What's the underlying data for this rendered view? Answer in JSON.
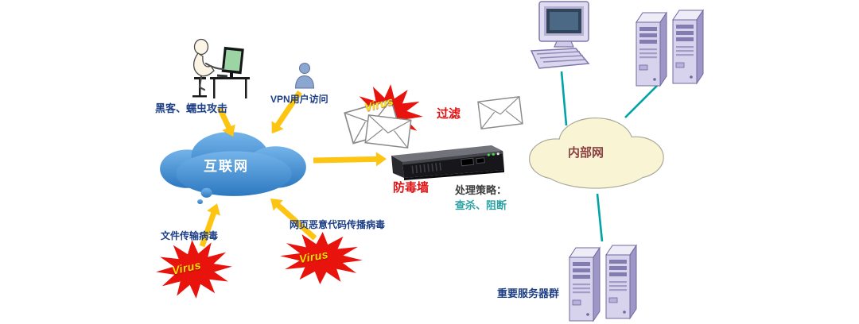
{
  "colors": {
    "background": "#ffffff",
    "internet_cloud_top": "#74b4ea",
    "internet_cloud_bottom": "#2d78c0",
    "intranet_cloud_fill": "#f8f4d4",
    "intranet_cloud_outline": "#a8a89a",
    "arrow_yellow": "#fdc411",
    "link_teal": "#00a3a6",
    "virus_star_red": "#e8130c",
    "virus_text_yellow": "#ffe300",
    "alert_text_red": "#e01010",
    "policy_teal": "#2fa2a4",
    "label_navy": "#1d3f86",
    "intranet_text_maroon": "#8b4242"
  },
  "nodes": {
    "hacker_label": "黑客、蠕虫攻击",
    "vpn_label": "VPN用户访问",
    "internet_label": "互联网",
    "filter_label": "过滤",
    "firewall_label": "防毒墙",
    "policy_heading": "处理策略：",
    "policy_actions": "查杀、阻断",
    "intranet_label": "内部网",
    "server_group_label": "重要服务器群",
    "file_virus_label": "文件传输病毒",
    "web_virus_label": "网页恶意代码传播病毒"
  },
  "badges": {
    "mail_virus": "Virus",
    "file_virus": "Virus",
    "web_virus": "Virus"
  },
  "icons": [
    "hacker-workstation-icon",
    "vpn-user-icon",
    "internet-cloud",
    "mail-envelope-icon",
    "virus-burst-icon",
    "firewall-appliance-icon",
    "intranet-cloud",
    "desktop-computer-icon",
    "server-tower-icon",
    "important-server-group-icon"
  ]
}
